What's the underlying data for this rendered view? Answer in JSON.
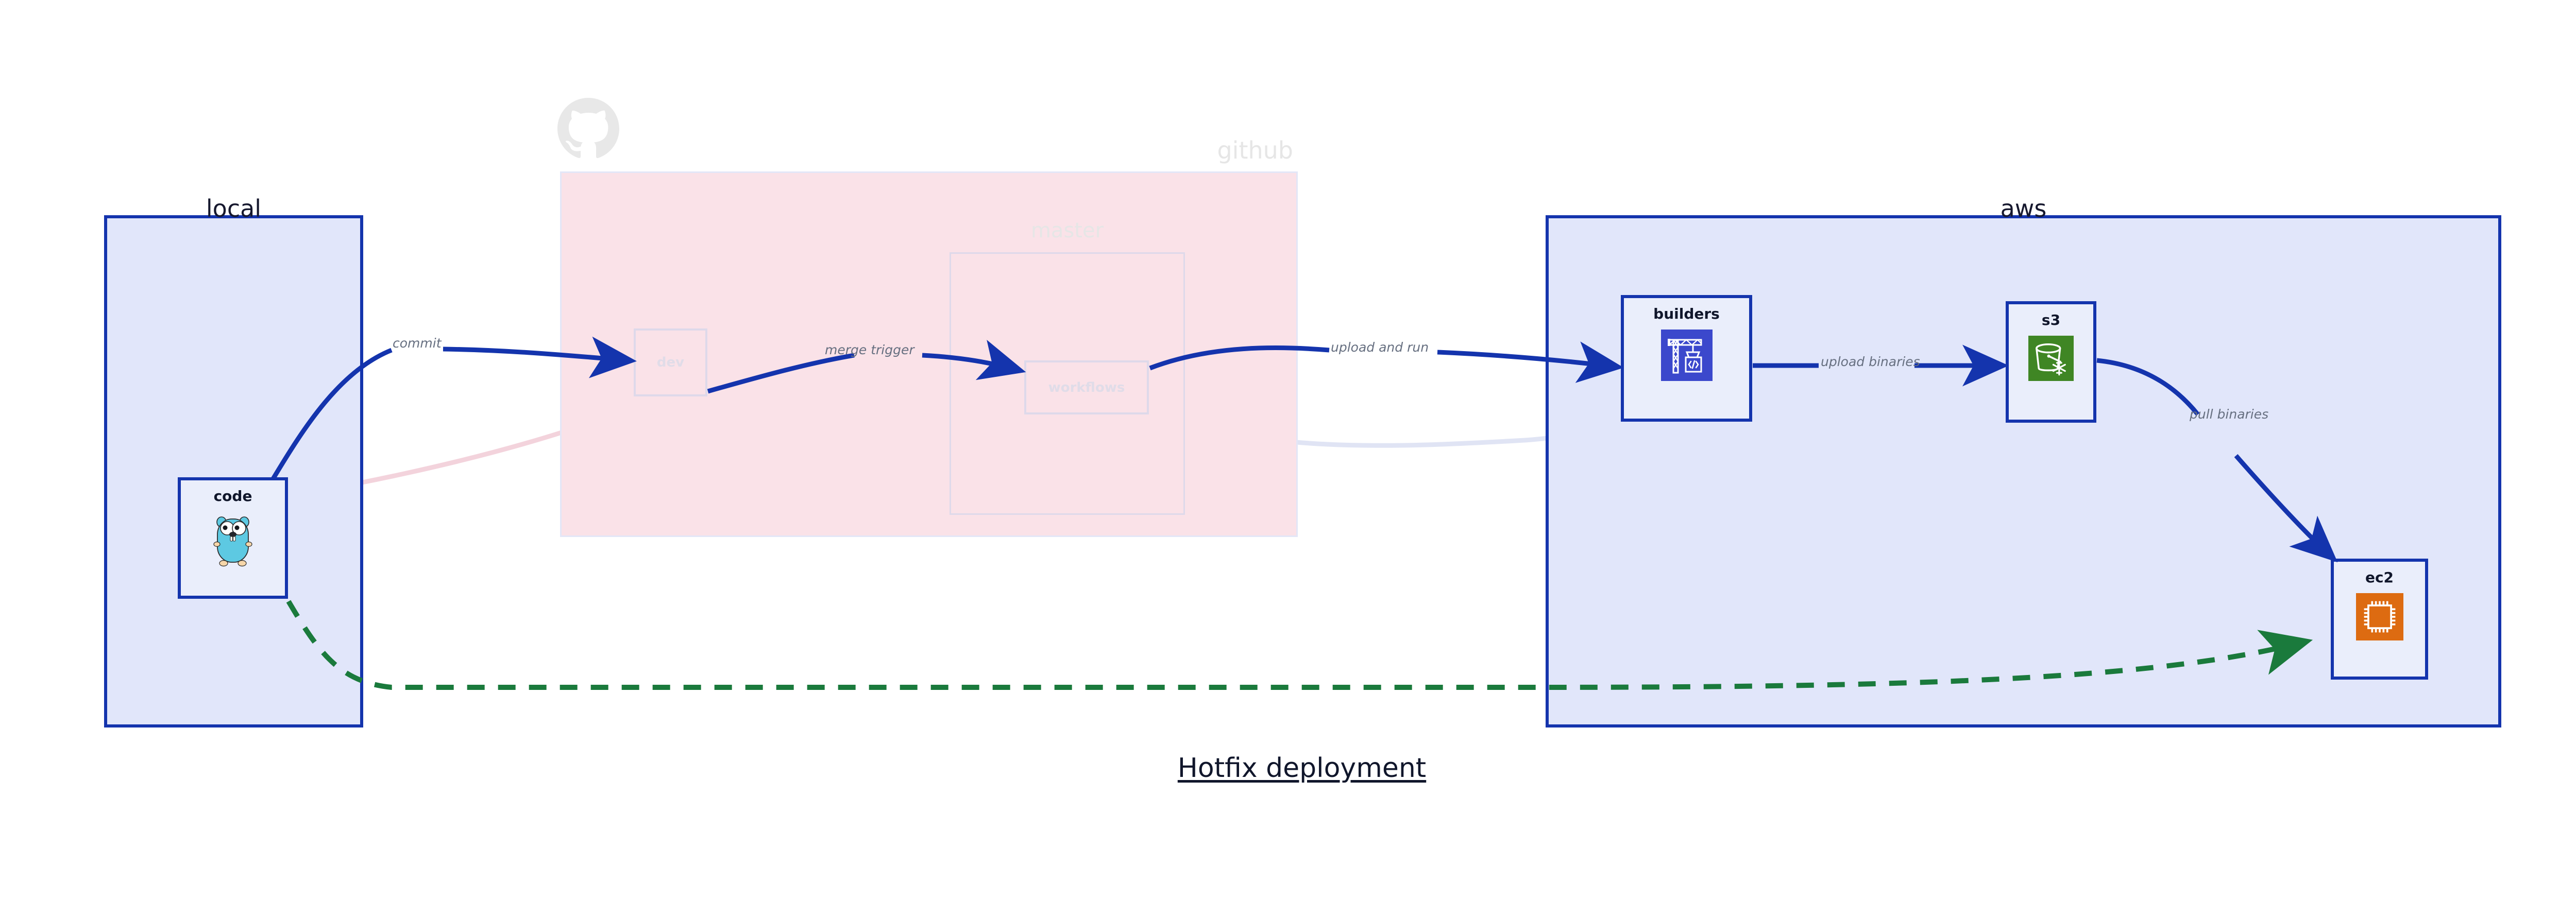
{
  "diagram": {
    "title": "Hotfix deployment",
    "background": "#ffffff",
    "colors": {
      "region_blue_fill": "#e1e6fa",
      "region_blue_stroke": "#1434ad",
      "region_pink_fill": "#fae2e8",
      "node_fill": "#eaeefb",
      "node_stroke": "#1434ad",
      "edge_primary": "#1434ad",
      "edge_dashed": "#1a7a3c",
      "edge_label_text": "#666f80",
      "faded_stroke": "#ded9ea",
      "title_text": "#10162b",
      "s3_icon_bg": "#3f8624",
      "ec2_icon_bg": "#dd6b11",
      "builders_icon_bg": "#3b48cc",
      "gopher_body": "#5dc9e2"
    }
  },
  "clusters": [
    {
      "id": "local",
      "label": "local",
      "style": "blue"
    },
    {
      "id": "github",
      "label": "github",
      "style": "pink",
      "faded": true
    },
    {
      "id": "aws",
      "label": "aws",
      "style": "blue"
    }
  ],
  "subclusters": [
    {
      "id": "master",
      "label": "master",
      "parent": "github",
      "faded": true
    }
  ],
  "nodes": [
    {
      "id": "code",
      "label": "code",
      "cluster": "local",
      "icon": "go-gopher-icon",
      "faded": false
    },
    {
      "id": "dev",
      "label": "dev",
      "cluster": "github",
      "icon": null,
      "faded": true
    },
    {
      "id": "workflows",
      "label": "workflows",
      "cluster": "master",
      "icon": null,
      "faded": true
    },
    {
      "id": "builders",
      "label": "builders",
      "cluster": "aws",
      "icon": "aws-codebuild-icon",
      "faded": false
    },
    {
      "id": "s3",
      "label": "s3",
      "cluster": "aws",
      "icon": "aws-s3-glacier-icon",
      "faded": false
    },
    {
      "id": "ec2",
      "label": "ec2",
      "cluster": "aws",
      "icon": "aws-ec2-icon",
      "faded": false
    }
  ],
  "edges": [
    {
      "id": "e-commit",
      "from": "code",
      "to": "dev",
      "label": "commit",
      "style": "solid",
      "color": "#1434ad"
    },
    {
      "id": "e-merge",
      "from": "dev",
      "to": "workflows",
      "label": "merge trigger",
      "style": "solid",
      "color": "#1434ad"
    },
    {
      "id": "e-upload",
      "from": "workflows",
      "to": "builders",
      "label": "upload and run",
      "style": "solid",
      "color": "#1434ad"
    },
    {
      "id": "e-binaries",
      "from": "builders",
      "to": "s3",
      "label": "upload binaries",
      "style": "solid",
      "color": "#1434ad"
    },
    {
      "id": "e-pull",
      "from": "s3",
      "to": "ec2",
      "label": "pull binaries",
      "style": "solid",
      "color": "#1434ad"
    },
    {
      "id": "e-hotfix",
      "from": "code",
      "to": "ec2",
      "label": "",
      "style": "dashed",
      "color": "#1a7a3c"
    }
  ],
  "faded_edges": [
    {
      "id": "fe-code-dev",
      "from": "code",
      "to": "dev",
      "color": "#f6dee4"
    },
    {
      "id": "fe-dev-workflows",
      "from": "dev",
      "to": "workflows",
      "color": "#e2dff0"
    },
    {
      "id": "fe-workflows-build",
      "from": "workflows",
      "to": "builders",
      "color": "#e4e7f6"
    }
  ],
  "logos": [
    {
      "id": "github-logo",
      "name": "github-octocat-icon",
      "cluster": "github",
      "color": "#e8e8e8"
    }
  ]
}
